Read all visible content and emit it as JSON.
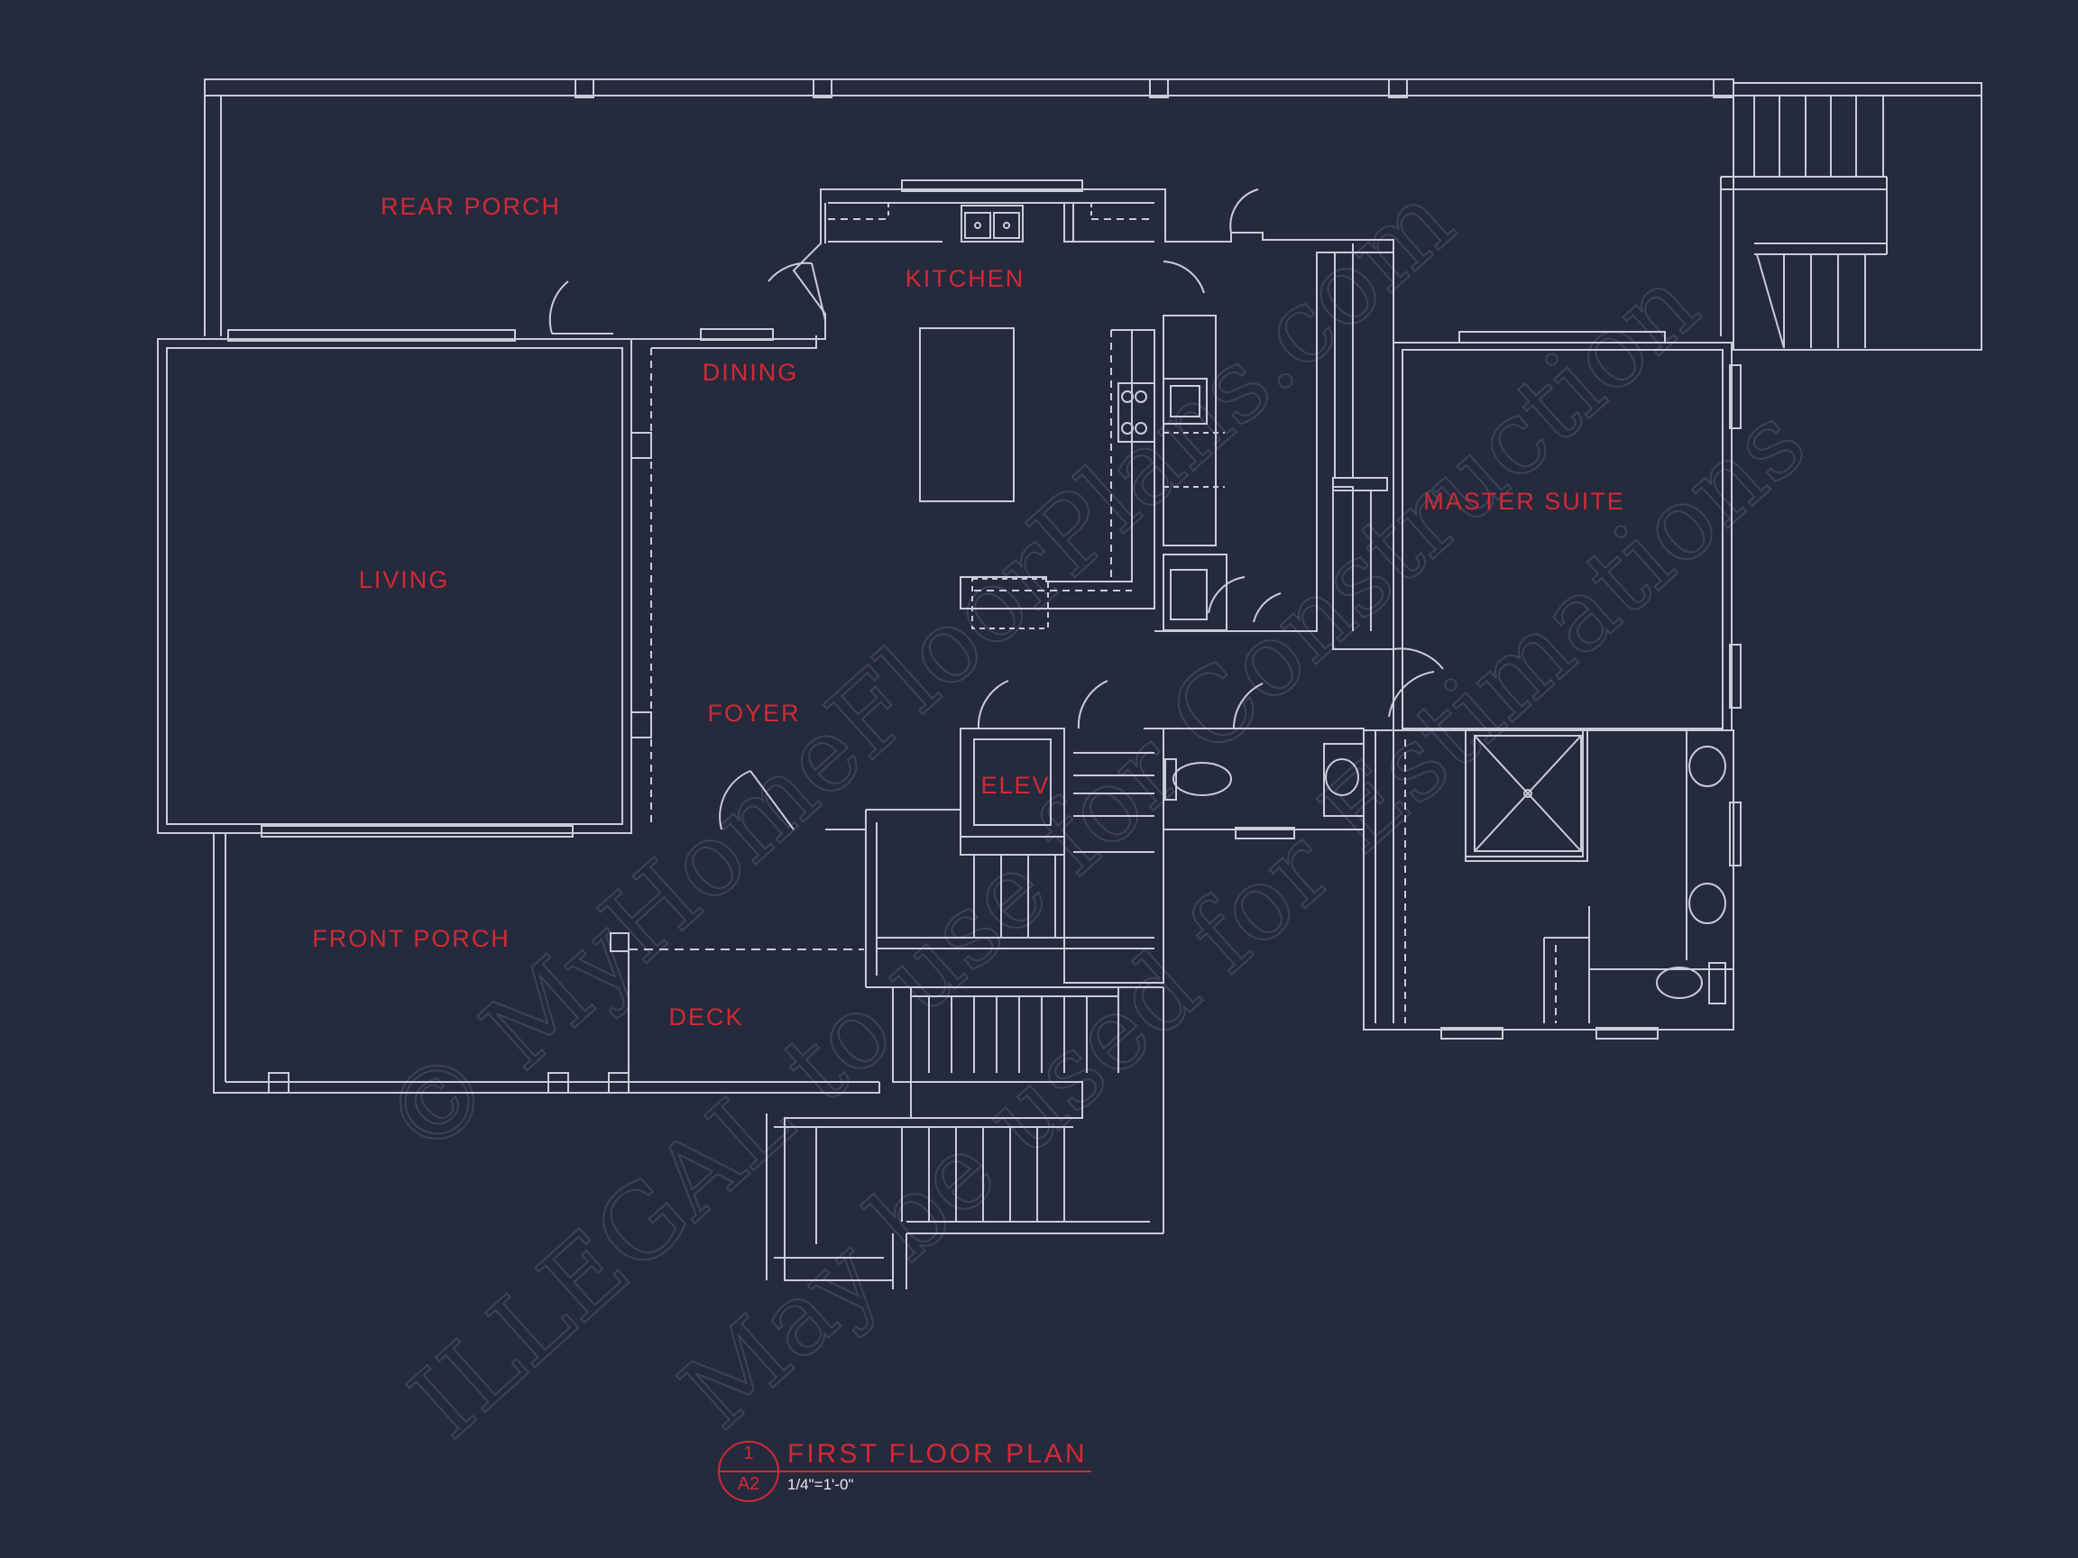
{
  "plan": {
    "rooms": [
      {
        "name": "REAR PORCH"
      },
      {
        "name": "KITCHEN"
      },
      {
        "name": "DINING"
      },
      {
        "name": "LIVING"
      },
      {
        "name": "MASTER SUITE"
      },
      {
        "name": "FOYER"
      },
      {
        "name": "ELEV"
      },
      {
        "name": "FRONT PORCH"
      },
      {
        "name": "DECK"
      }
    ],
    "title": "FIRST FLOOR PLAN",
    "scale": "1/4\"=1'-0\"",
    "sheet_tag": {
      "top": "1",
      "bottom": "A2"
    }
  },
  "watermark": {
    "line1": "© MyHomeFloorPlans.com",
    "line2": "ILLEGAL to use for Construction",
    "line3": "May be used for Estimations"
  },
  "colors": {
    "background": "#262a3d",
    "lines": "#c9ccd9",
    "labels": "#d02a35",
    "watermark": "#3d4258"
  }
}
